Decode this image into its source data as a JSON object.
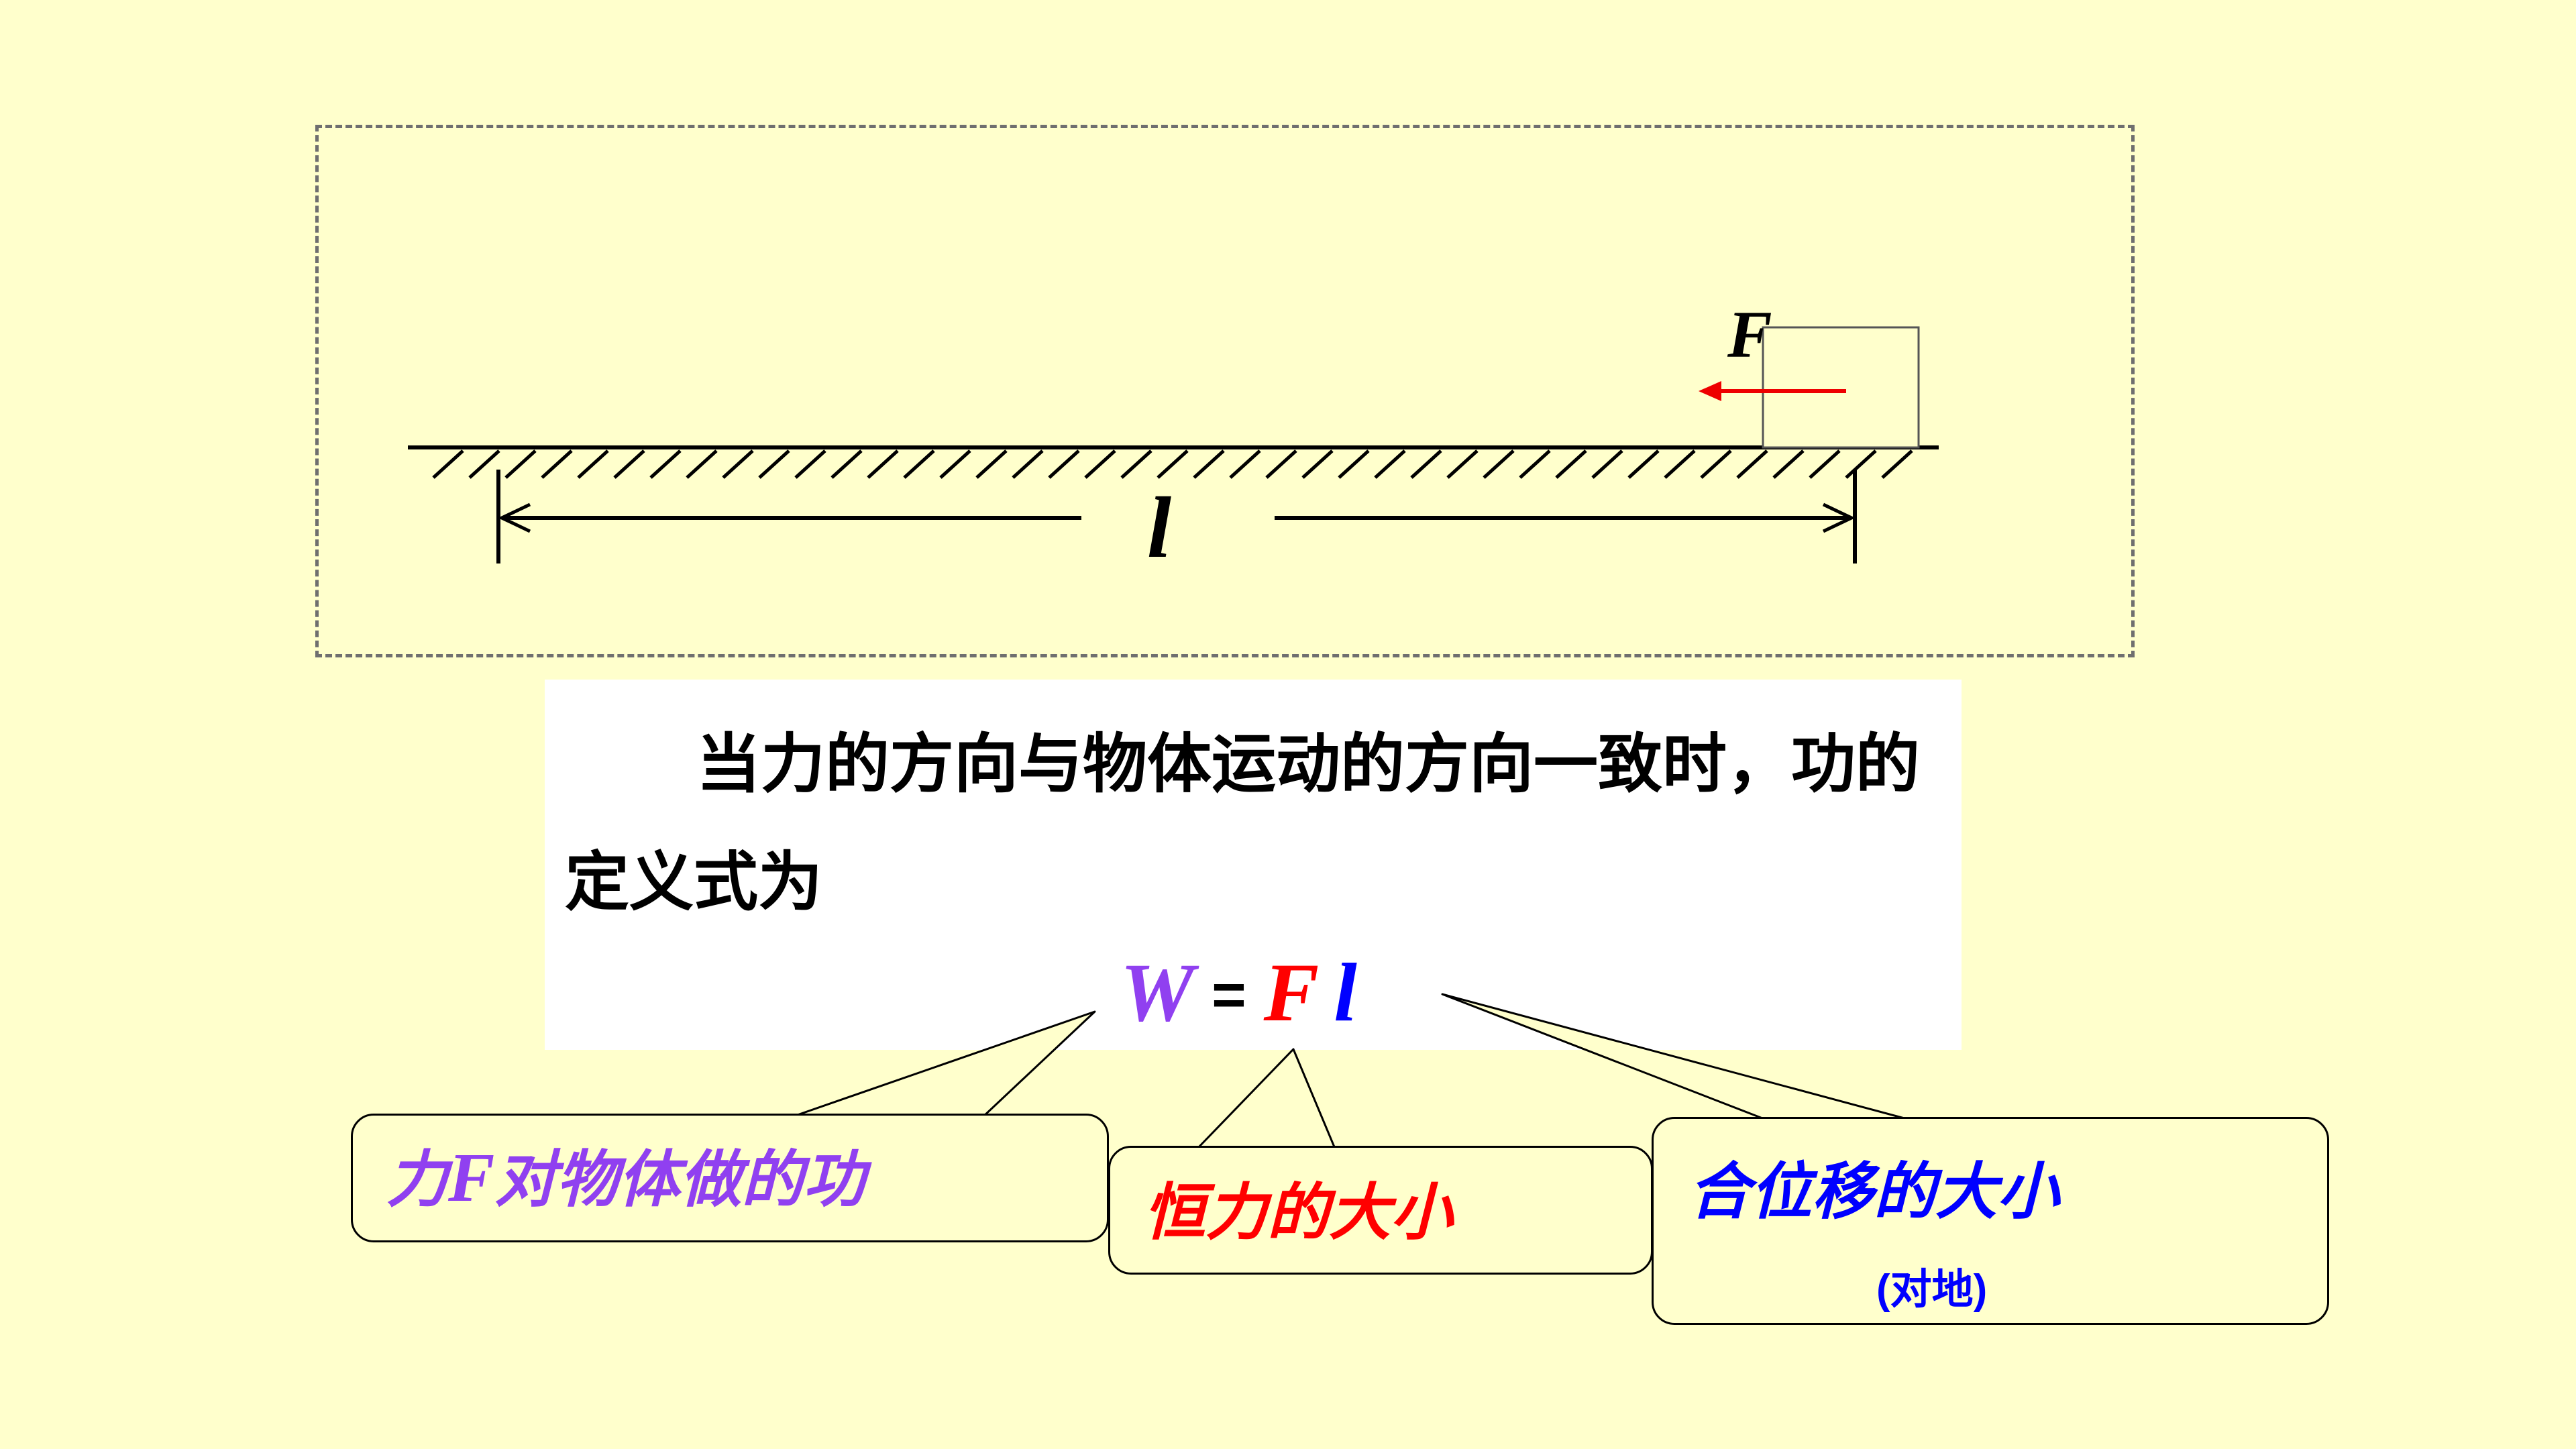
{
  "diagram": {
    "force_label": "F",
    "length_label": "l",
    "colors": {
      "ground": "#000000",
      "force_arrow": "#ee0000",
      "block_fill": "#FFFFCC",
      "frame_border": "#6f6f6f"
    }
  },
  "definition": {
    "text": "当力的方向与物体运动的方向一致时，功的定义式为"
  },
  "formula": {
    "w": "W",
    "eq": "=",
    "f": "F",
    "l": "l",
    "colors": {
      "w": "#9040f0",
      "eq": "#000000",
      "f": "#ff0000",
      "l": "#0000ff"
    }
  },
  "callouts": {
    "work": {
      "prefix": "力",
      "var": "F",
      "suffix": "对物体做的功"
    },
    "force": {
      "text": "恒力的大小"
    },
    "displacement": {
      "text": "合位移的大小",
      "note": "(对地)"
    }
  },
  "background_color": "#FFFFCC"
}
